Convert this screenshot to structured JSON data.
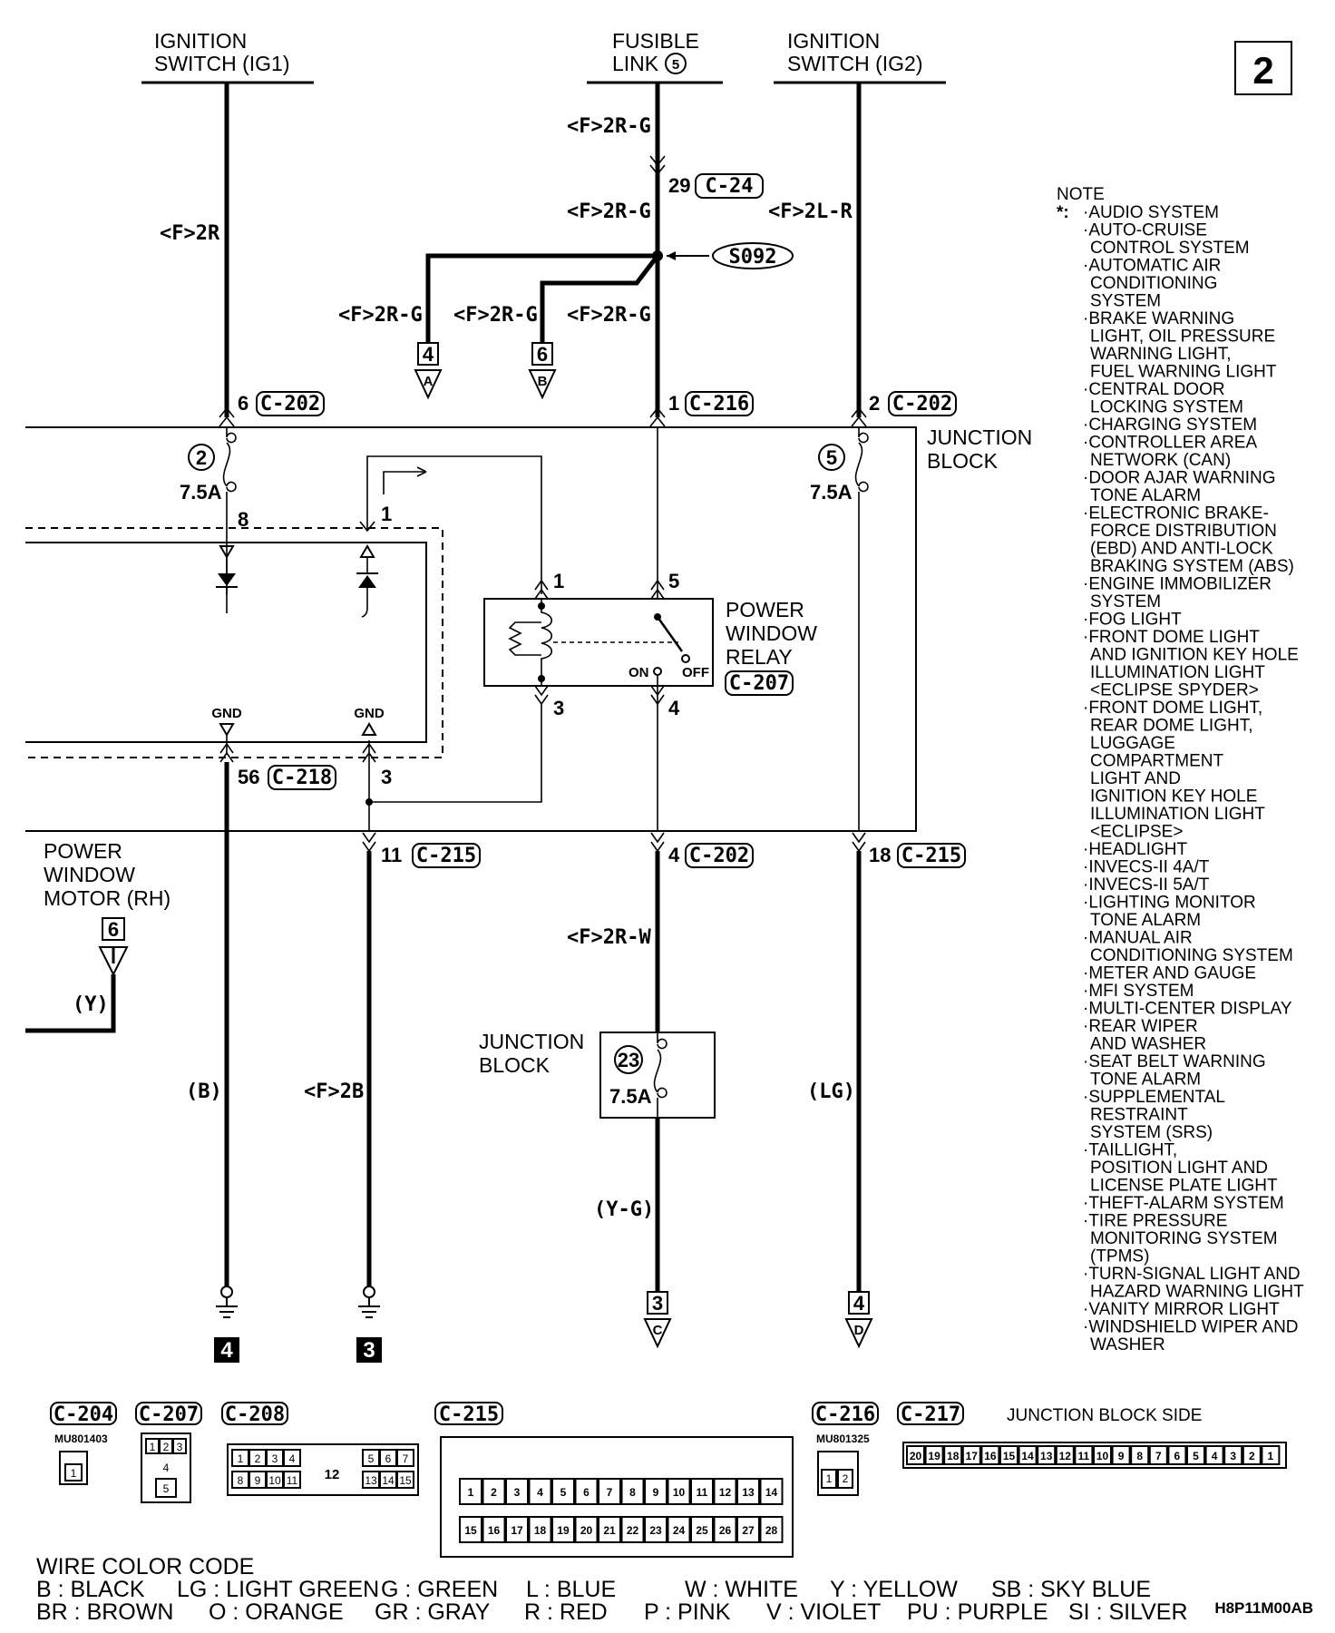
{
  "page_number": "2",
  "sources": {
    "ig1": [
      "IGNITION",
      "SWITCH (IG1)"
    ],
    "fusible": [
      "FUSIBLE",
      "LINK"
    ],
    "fusible_num": "5",
    "ig2": [
      "IGNITION",
      "SWITCH (IG2)"
    ]
  },
  "wire_labels": {
    "ig1_wire": "<F>2R",
    "fusible_top": "<F>2R-G",
    "fusible_mid": "<F>2R-G",
    "ig2_wire": "<F>2L-R",
    "branch_a": "<F>2R-G",
    "branch_b": "<F>2R-G",
    "branch_main": "<F>2R-G",
    "out_c202": "<F>2R-W",
    "gnd4_wire": "(B)",
    "gnd3_wire": "<F>2B",
    "yg_wire": "(Y-G)",
    "lg_wire": "(LG)",
    "motor_wire": "(Y)"
  },
  "connectors": {
    "c24": "C-24",
    "c24_pin": "29",
    "splice": "S092",
    "c202_a": "C-202",
    "c202_a_pin": "6",
    "c216": "C-216",
    "c216_pin": "1",
    "c202_b": "C-202",
    "c202_b_pin": "2",
    "c218": "C-218",
    "c218_pin": "56",
    "c215_a": "C-215",
    "c215_a_pin": "11",
    "c202_c": "C-202",
    "c202_c_pin": "4",
    "c215_b": "C-215",
    "c215_b_pin": "18",
    "c207": "C-207"
  },
  "offpage": {
    "a": {
      "num": "4",
      "letter": "A"
    },
    "b": {
      "num": "6",
      "letter": "B"
    },
    "c": {
      "num": "3",
      "letter": "C"
    },
    "d": {
      "num": "4",
      "letter": "D"
    },
    "motor": {
      "num": "6"
    }
  },
  "fuses": {
    "f2": {
      "num": "2",
      "rating": "7.5A"
    },
    "f5": {
      "num": "5",
      "rating": "7.5A"
    },
    "f23": {
      "num": "23",
      "rating": "7.5A"
    }
  },
  "pins": {
    "p8": "8",
    "p1": "1",
    "relay1": "1",
    "relay5": "5",
    "relay3": "3",
    "relay4": "4",
    "gnd_pin3": "3"
  },
  "relay": {
    "label": [
      "POWER",
      "WINDOW",
      "RELAY"
    ],
    "on": "ON",
    "off": "OFF"
  },
  "junction_block": [
    "JUNCTION",
    "BLOCK"
  ],
  "junction_block2": [
    "JUNCTION",
    "BLOCK"
  ],
  "gnd_labels": [
    "GND",
    "GND"
  ],
  "motor_label": [
    "POWER",
    "WINDOW",
    "MOTOR (RH)"
  ],
  "ground_numbers": [
    "4",
    "3"
  ],
  "note": {
    "title": "NOTE",
    "star": "*:",
    "lines": [
      "·AUDIO SYSTEM",
      "·AUTO-CRUISE",
      "CONTROL SYSTEM",
      "·AUTOMATIC AIR",
      "CONDITIONING",
      "SYSTEM",
      "·BRAKE WARNING",
      "LIGHT, OIL PRESSURE",
      "WARNING LIGHT,",
      "FUEL WARNING LIGHT",
      "·CENTRAL DOOR",
      "LOCKING SYSTEM",
      "·CHARGING SYSTEM",
      "·CONTROLLER AREA",
      "NETWORK (CAN)",
      "·DOOR AJAR WARNING",
      "TONE ALARM",
      "·ELECTRONIC BRAKE-",
      "FORCE DISTRIBUTION",
      "(EBD) AND ANTI-LOCK",
      "BRAKING SYSTEM (ABS)",
      "·ENGINE IMMOBILIZER",
      "SYSTEM",
      "·FOG LIGHT",
      "·FRONT DOME LIGHT",
      "AND IGNITION KEY HOLE",
      "ILLUMINATION LIGHT",
      "<ECLIPSE SPYDER>",
      "·FRONT DOME LIGHT,",
      "REAR DOME LIGHT,",
      "LUGGAGE",
      "COMPARTMENT",
      "LIGHT AND",
      "IGNITION KEY HOLE",
      "ILLUMINATION LIGHT",
      "<ECLIPSE>",
      "·HEADLIGHT",
      "·INVECS-II 4A/T",
      "·INVECS-II 5A/T",
      "·LIGHTING MONITOR",
      "TONE ALARM",
      "·MANUAL AIR",
      "CONDITIONING SYSTEM",
      "·METER AND GAUGE",
      "·MFI SYSTEM",
      "·MULTI-CENTER DISPLAY",
      "·REAR WIPER",
      "AND WASHER",
      "·SEAT BELT WARNING",
      "TONE ALARM",
      "·SUPPLEMENTAL",
      "RESTRAINT",
      "SYSTEM (SRS)",
      "·TAILLIGHT,",
      "POSITION LIGHT AND",
      "LICENSE PLATE LIGHT",
      "·THEFT-ALARM SYSTEM",
      "·TIRE PRESSURE",
      "MONITORING SYSTEM",
      "(TPMS)",
      "·TURN-SIGNAL LIGHT AND",
      "HAZARD WARNING LIGHT",
      "·VANITY MIRROR LIGHT",
      "·WINDSHIELD WIPER AND",
      "WASHER"
    ]
  },
  "connector_views": {
    "c204": {
      "label": "C-204",
      "part": "MU801403",
      "pins": [
        "1"
      ]
    },
    "c207": {
      "label": "C-207",
      "pins": [
        "1",
        "2",
        "3",
        "4",
        "5"
      ]
    },
    "c208": {
      "label": "C-208",
      "row1": [
        "1",
        "2",
        "3",
        "4",
        "5",
        "6",
        "7"
      ],
      "row2": [
        "8",
        "9",
        "10",
        "11",
        "13",
        "14",
        "15"
      ],
      "center": "12"
    },
    "c215": {
      "label": "C-215",
      "row1": [
        "1",
        "2",
        "3",
        "4",
        "5",
        "6",
        "7",
        "8",
        "9",
        "10",
        "11",
        "12",
        "13",
        "14"
      ],
      "row2": [
        "15",
        "16",
        "17",
        "18",
        "19",
        "20",
        "21",
        "22",
        "23",
        "24",
        "25",
        "26",
        "27",
        "28"
      ]
    },
    "c216": {
      "label": "C-216",
      "part": "MU801325",
      "pins": [
        "1",
        "2"
      ]
    },
    "c217": {
      "label": "C-217",
      "side": "JUNCTION BLOCK SIDE",
      "pins": [
        "20",
        "19",
        "18",
        "17",
        "16",
        "15",
        "14",
        "13",
        "12",
        "11",
        "10",
        "9",
        "8",
        "7",
        "6",
        "5",
        "4",
        "3",
        "2",
        "1"
      ]
    }
  },
  "wire_color_code": {
    "title": "WIRE COLOR CODE",
    "row1": [
      "B : BLACK",
      "LG : LIGHT GREEN",
      "G : GREEN",
      "L : BLUE",
      "W : WHITE",
      "Y : YELLOW",
      "SB : SKY BLUE"
    ],
    "row2": [
      "BR : BROWN",
      "O : ORANGE",
      "GR : GRAY",
      "R : RED",
      "P : PINK",
      "V : VIOLET",
      "PU : PURPLE",
      "SI : SILVER"
    ]
  },
  "figure_code": "H8P11M00AB"
}
